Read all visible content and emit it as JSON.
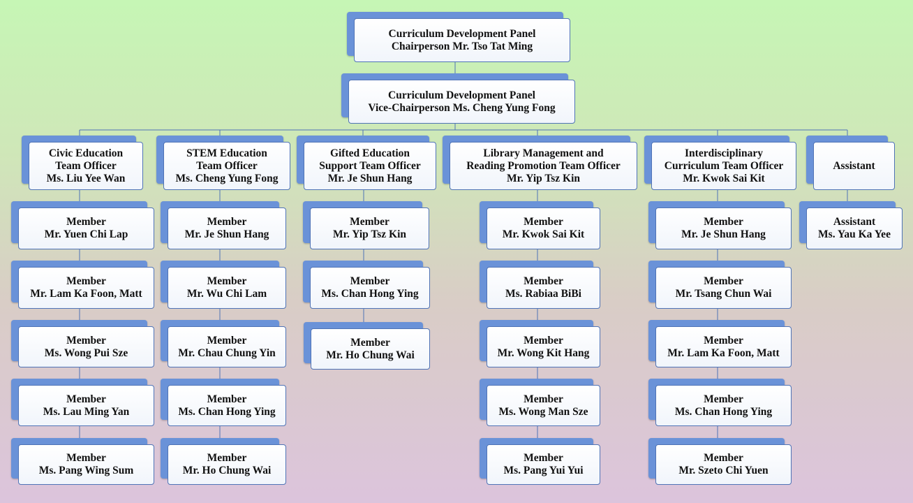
{
  "nodes": {
    "chair": {
      "lines": [
        "Curriculum Development Panel",
        "Chairperson Mr. Tso Tat  Ming"
      ]
    },
    "vice": {
      "lines": [
        "Curriculum Development Panel",
        "Vice-Chairperson Ms. Cheng Yung  Fong"
      ]
    },
    "civic": {
      "lines": [
        "Civic Education",
        "Team  Officer",
        "Ms. Liu Yee Wan"
      ]
    },
    "stem": {
      "lines": [
        "STEM  Education",
        "Team  Officer",
        "Ms. Cheng Yung  Fong"
      ]
    },
    "gifted": {
      "lines": [
        "Gifted Education",
        "Support Team  Officer",
        "Mr. Je Shun  Hang"
      ]
    },
    "library": {
      "lines": [
        "Library Management  and",
        "Reading Promotion Team Officer",
        "Mr. Yip  Tsz  Kin"
      ]
    },
    "inter": {
      "lines": [
        "Interdisciplinary",
        "Curriculum Team  Officer",
        "Mr. Kwok Sai Kit"
      ]
    },
    "assist": {
      "lines": [
        "Assistant"
      ]
    },
    "c1": {
      "lines": [
        "Member",
        "Mr. Yuen  Chi Lap"
      ]
    },
    "c2": {
      "lines": [
        "Member",
        "Mr. Lam  Ka  Foon, Matt"
      ]
    },
    "c3": {
      "lines": [
        "Member",
        "Ms. Wong  Pui Sze"
      ]
    },
    "c4": {
      "lines": [
        "Member",
        "Ms. Lau  Ming Yan"
      ]
    },
    "c5": {
      "lines": [
        "Member",
        "Ms. Pang Wing Sum"
      ]
    },
    "s1": {
      "lines": [
        "Member",
        "Mr. Je Shun  Hang"
      ]
    },
    "s2": {
      "lines": [
        "Member",
        "Mr. Wu  Chi Lam"
      ]
    },
    "s3": {
      "lines": [
        "Member",
        "Mr. Chau  Chung  Yin"
      ]
    },
    "s4": {
      "lines": [
        "Member",
        "Ms. Chan  Hong Ying"
      ]
    },
    "s5": {
      "lines": [
        "Member",
        "Mr. Ho  Chung  Wai"
      ]
    },
    "g1": {
      "lines": [
        "Member",
        "Mr. Yip  Tsz  Kin"
      ]
    },
    "g2": {
      "lines": [
        "Member",
        "Ms. Chan  Hong Ying"
      ]
    },
    "g3": {
      "lines": [
        "Member",
        "Mr. Ho  Chung  Wai"
      ]
    },
    "l1": {
      "lines": [
        "Member",
        "Mr. Kwok  Sai Kit"
      ]
    },
    "l2": {
      "lines": [
        "Member",
        "Ms. Rabiaa  BiBi"
      ]
    },
    "l3": {
      "lines": [
        "Member",
        "Mr. Wong  Kit Hang"
      ]
    },
    "l4": {
      "lines": [
        "Member",
        "Ms. Wong  Man  Sze"
      ]
    },
    "l5": {
      "lines": [
        "Member",
        "Ms. Pang  Yui  Yui"
      ]
    },
    "i1": {
      "lines": [
        "Member",
        "Mr. Je Shun  Hang"
      ]
    },
    "i2": {
      "lines": [
        "Member",
        "Mr. Tsang  Chun  Wai"
      ]
    },
    "i3": {
      "lines": [
        "Member",
        "Mr. Lam  Ka  Foon, Matt"
      ]
    },
    "i4": {
      "lines": [
        "Member",
        "Ms. Chan  Hong Ying"
      ]
    },
    "i5": {
      "lines": [
        "Member",
        "Mr. Szeto  Chi Yuen"
      ]
    },
    "a1": {
      "lines": [
        "Assistant",
        "Ms. Yau  Ka  Yee"
      ]
    }
  },
  "colors": {
    "box_shadow": "#6a92d8",
    "box_border": "#4f73b6",
    "connector": "#4f73b6"
  }
}
